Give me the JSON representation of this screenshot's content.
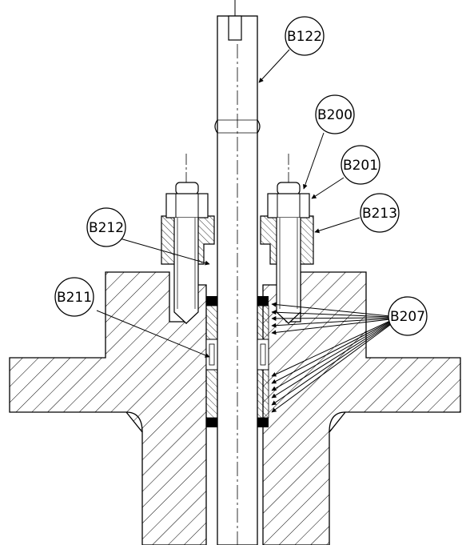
{
  "labels": {
    "b122": "B122",
    "b200": "B200",
    "b201": "B201",
    "b213": "B213",
    "b212": "B212",
    "b211": "B211",
    "b207": "B207"
  }
}
